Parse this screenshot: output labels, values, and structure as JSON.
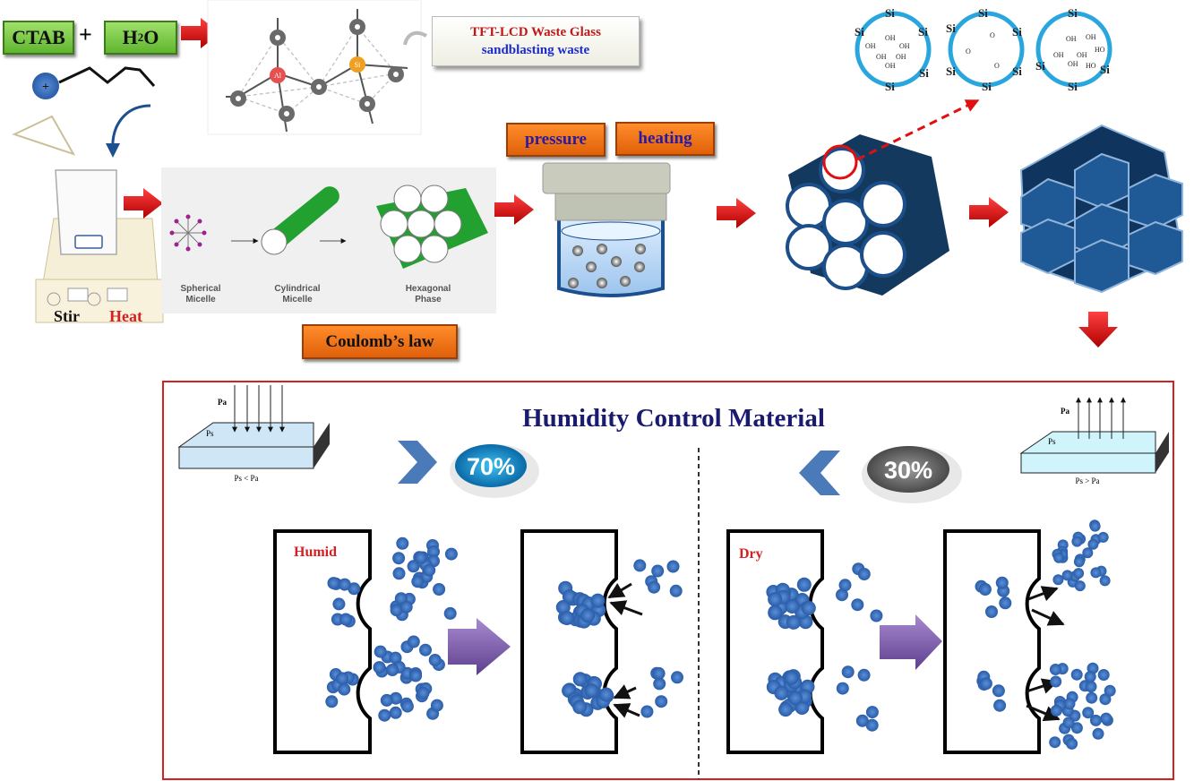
{
  "colors": {
    "accent_red": "#e01010",
    "navy": "#1a1a6e",
    "hex_blue": "#1c4f8a",
    "particle_blue": "#3a70c0",
    "frame_red": "#d42020",
    "purple_arrow": "#7a5aa8"
  },
  "inputs": {
    "ctab": "CTAB",
    "plus": "+",
    "water_main": "H",
    "water_sub": "2",
    "water_end": "O",
    "surfactant_charge": "+"
  },
  "source": {
    "line1": "TFT-LCD Waste Glass",
    "line2": "sandblasting waste"
  },
  "framework_atoms": {
    "al": "Al",
    "si": "Si"
  },
  "stirrer": {
    "stir": "Stir",
    "heat": "Heat"
  },
  "micelles": {
    "spherical": [
      "Spherical",
      "Micelle"
    ],
    "cylindrical": [
      "Cylindrical",
      "Micelle"
    ],
    "hexagonal": [
      "Hexagonal",
      "Phase"
    ]
  },
  "coulomb": "Coulomb’s law",
  "reactor": {
    "pressure": "pressure",
    "heating": "heating"
  },
  "silanol_rings": {
    "si": "Si",
    "oh": "OH",
    "o": "O",
    "ho": "HO"
  },
  "panel": {
    "title": "Humidity Control Material",
    "high": {
      "value": "70%",
      "symbol": "greater-than"
    },
    "low": {
      "value": "30%",
      "symbol": "less-than"
    },
    "left_slab": {
      "pa": "Pa",
      "ps": "Ps",
      "relation": "Ps < Pa"
    },
    "right_slab": {
      "pa": "Pa",
      "ps": "Ps",
      "relation": "Ps > Pa"
    },
    "humid_label": "Humid",
    "dry_label": "Dry"
  }
}
